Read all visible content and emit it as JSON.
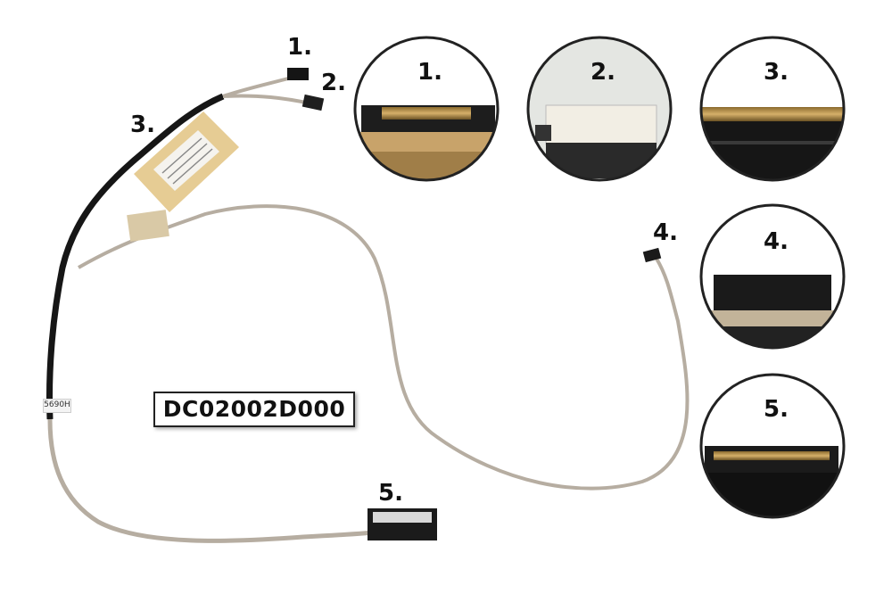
{
  "part_number": "DC02002D000",
  "cable_sticker_text": "5690H",
  "cable_callouts": [
    "1.",
    "2.",
    "3.",
    "4.",
    "5."
  ],
  "detail_callouts": [
    "1.",
    "2.",
    "3.",
    "4.",
    "5."
  ],
  "colors": {
    "cable_grey": "#b6ada1",
    "cable_black": "#161616",
    "label_tan": "#e6cc94",
    "connector_gold": "#c8a050",
    "connector_white": "#f2eee4"
  }
}
